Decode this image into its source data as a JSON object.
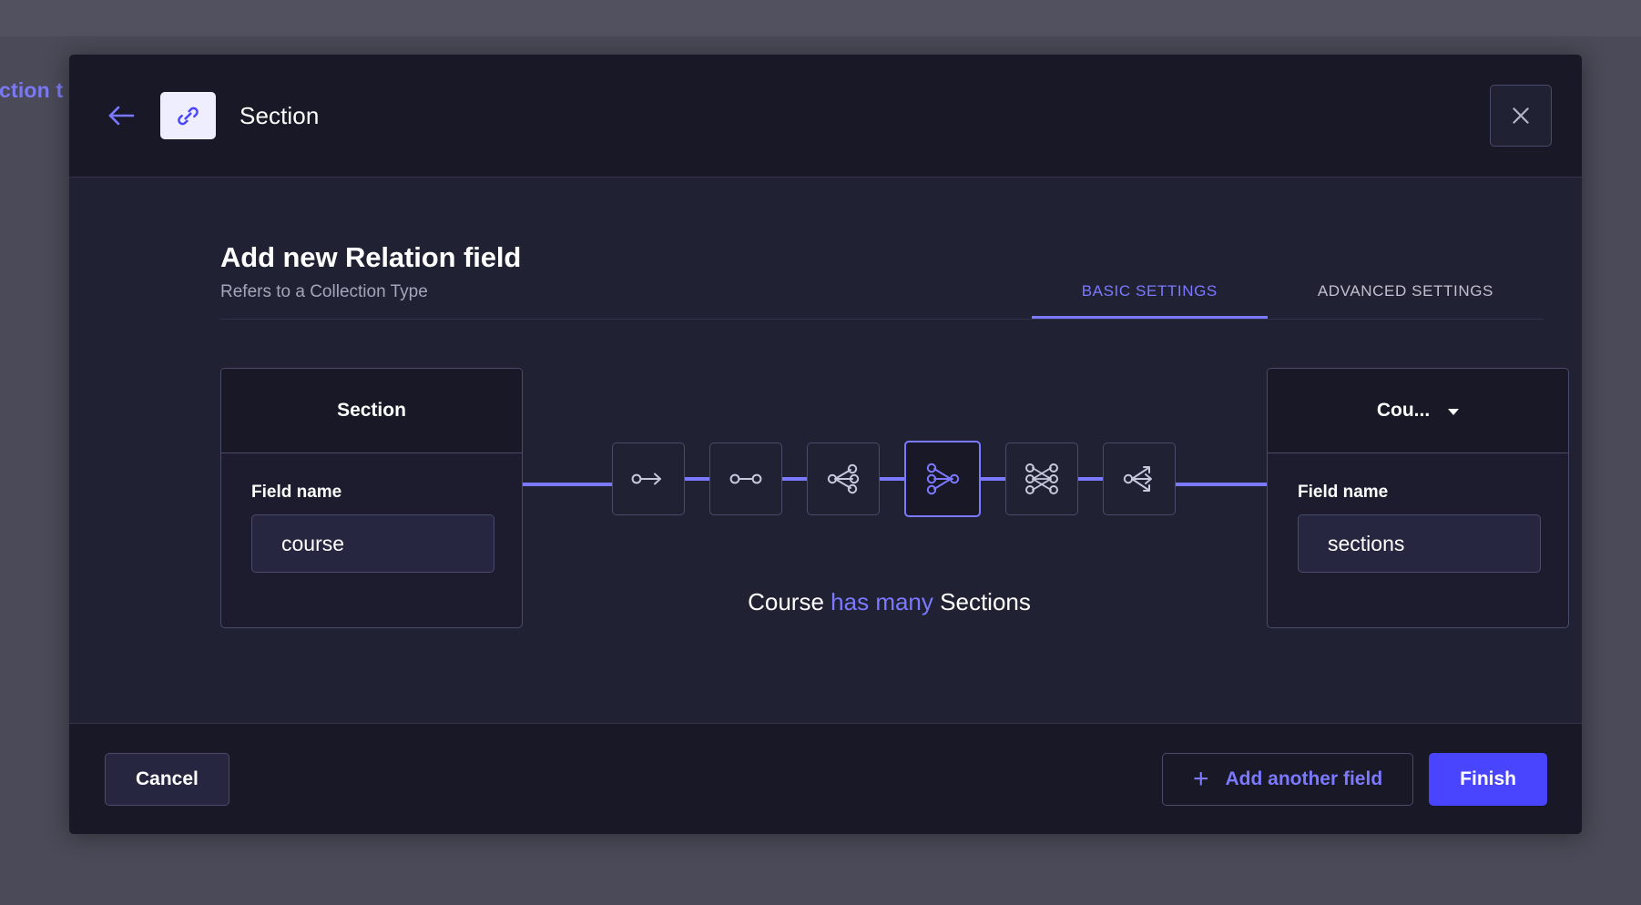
{
  "background": {
    "occluded_text": "ection t"
  },
  "modal": {
    "header": {
      "back_icon": "arrow-left-icon",
      "badge_icon": "link-chain-icon",
      "title": "Section",
      "close_icon": "close-x-icon"
    },
    "main_title": "Add new Relation field",
    "sub_title": "Refers to a Collection Type",
    "tabs": [
      {
        "label": "BASIC SETTINGS",
        "active": true
      },
      {
        "label": "ADVANCED SETTINGS",
        "active": false
      }
    ],
    "left_card": {
      "header_title": "Section",
      "field_label": "Field name",
      "field_value": "course",
      "field_placeholder": "Field name"
    },
    "right_card": {
      "header_title": "Cou...",
      "header_caret_icon": "chevron-down-icon",
      "field_label": "Field name",
      "field_value": "sections",
      "field_placeholder": "Field name"
    },
    "relation_icons": [
      {
        "name": "one-to-one-arrow-icon",
        "selected": false
      },
      {
        "name": "one-to-one-icon",
        "selected": false
      },
      {
        "name": "one-to-many-icon",
        "selected": false
      },
      {
        "name": "many-to-one-icon",
        "selected": true
      },
      {
        "name": "many-to-many-icon",
        "selected": false
      },
      {
        "name": "one-way-many-icon",
        "selected": false
      }
    ],
    "relation_sentence": {
      "left": "Course",
      "highlight": "has many",
      "right": "Sections"
    },
    "footer": {
      "cancel_label": "Cancel",
      "add_another_label": "Add another field",
      "add_another_icon": "plus-icon",
      "finish_label": "Finish"
    }
  },
  "colors": {
    "accent": "#7b79ff",
    "primary_button": "#4945ff",
    "modal_bg": "#212134",
    "header_bg": "#181826",
    "border": "#4a4a6a"
  }
}
